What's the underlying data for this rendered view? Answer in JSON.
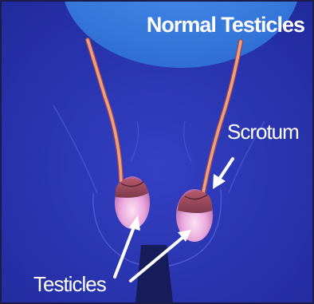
{
  "title": "Normal Testicles",
  "labels": {
    "scrotum": "Scrotum",
    "testicles": "Testicles"
  },
  "colors": {
    "background": "#2a36b8",
    "bladder": "#3a7be0",
    "vas_deferens": "#f0a07a",
    "testicle_upper": "#9c4a5e",
    "testicle_lower": "#f2b6e4",
    "arrow": "#ffffff",
    "label_text": "#ffffff"
  }
}
